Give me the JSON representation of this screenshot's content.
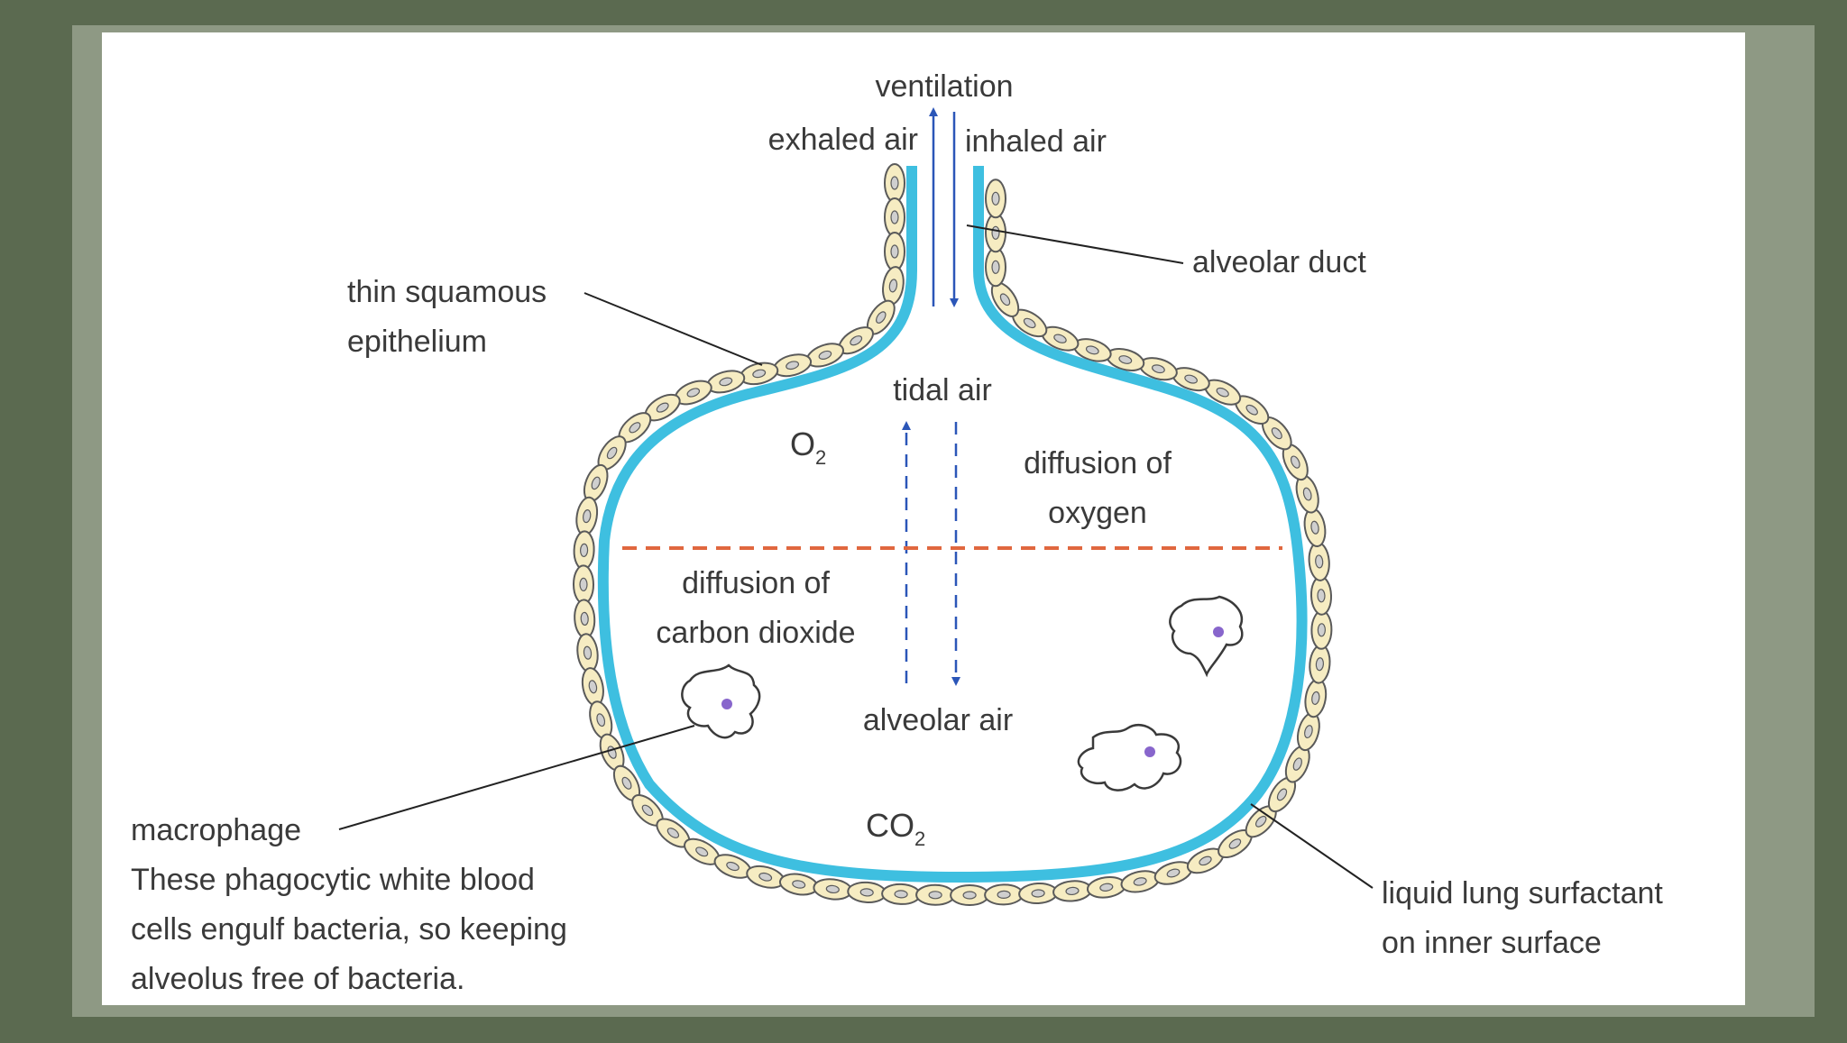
{
  "colors": {
    "frame": "#5b6a50",
    "paper": "#ffffff",
    "wall": "#3ebfe0",
    "cell_fill": "#f6ecc2",
    "cell_stroke": "#5a5a5a",
    "arrow": "#2b56b8",
    "boundary": "#e0673f",
    "nucleus_dot": "#8866cc",
    "text": "#3a3a3a"
  },
  "labels": {
    "ventilation": "ventilation",
    "exhaled_air": "exhaled air",
    "inhaled_air": "inhaled air",
    "alveolar_duct": "alveolar duct",
    "thin_squamous_line1": "thin squamous",
    "thin_squamous_line2": "epithelium",
    "tidal_air": "tidal air",
    "o2_main": "O",
    "o2_sub": "2",
    "diffusion_oxygen_line1": "diffusion of",
    "diffusion_oxygen_line2": "oxygen",
    "diffusion_co2_line1": "diffusion of",
    "diffusion_co2_line2": "carbon dioxide",
    "alveolar_air": "alveolar air",
    "co2_main": "CO",
    "co2_sub": "2",
    "macrophage": "macrophage",
    "macrophage_desc_line1": "These phagocytic white blood",
    "macrophage_desc_line2": "cells engulf bacteria, so keeping",
    "macrophage_desc_line3": "alveolus free of bacteria.",
    "surfactant_line1": "liquid lung surfactant",
    "surfactant_line2": "on inner surface"
  }
}
